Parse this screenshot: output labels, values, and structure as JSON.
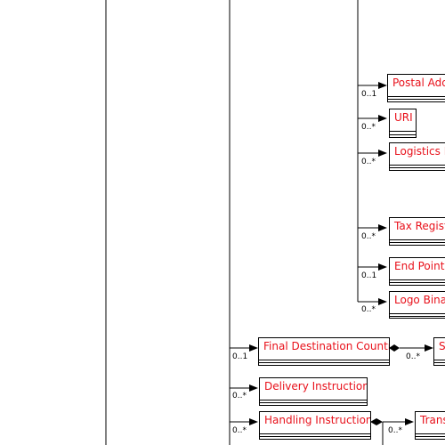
{
  "colors": {
    "class_name": "#e8101a",
    "line": "#000000",
    "background": "#ffffff"
  },
  "classes": {
    "postal_address": {
      "name": "Postal Address",
      "multiplicity": "0..1"
    },
    "uri": {
      "name": "URI",
      "multiplicity": "0..*"
    },
    "logistics_location": {
      "name": "Logistics Location",
      "multiplicity": "0..*"
    },
    "tax_registration": {
      "name": "Tax Registration",
      "multiplicity": "0..*"
    },
    "end_point": {
      "name": "End Point URI",
      "multiplicity": "0..1"
    },
    "logo_binary": {
      "name": "Logo Binary Object",
      "multiplicity": "0..*"
    },
    "final_destination_country": {
      "name": "Final Destination Country",
      "multiplicity": "0..1"
    },
    "subordinate": {
      "name": "Subordinate",
      "multiplicity": "0..*"
    },
    "delivery_instructions": {
      "name": "Delivery Instructions",
      "multiplicity": "0..*"
    },
    "handling_instructions": {
      "name": "Handling Instructions",
      "multiplicity": "0..*"
    },
    "transport": {
      "name": "Transport Instructions",
      "multiplicity": "0..*"
    }
  }
}
